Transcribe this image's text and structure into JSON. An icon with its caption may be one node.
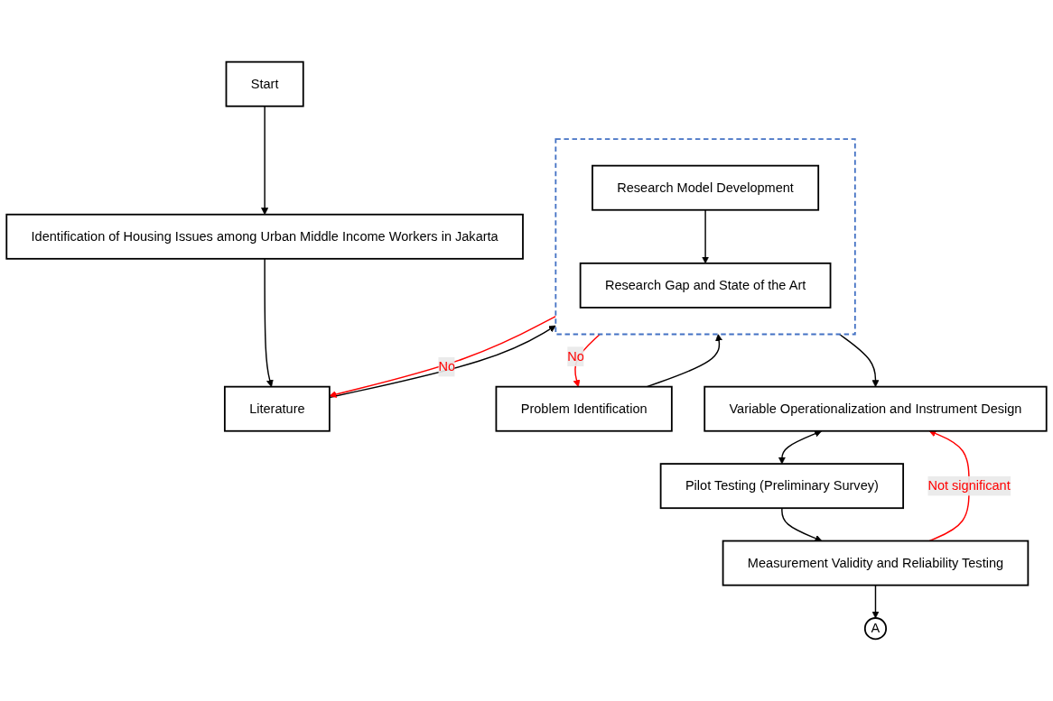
{
  "diagram": {
    "nodes": [
      {
        "text": [
          "Start"
        ]
      },
      {
        "text": [
          "Identification of Housing Issues among Urban Middle Income Workers in Jakarta"
        ]
      },
      {
        "text": [
          "Literature"
        ]
      },
      {
        "text": [
          "Problem Identification"
        ]
      },
      {
        "text": [],
        "shape": "box"
      },
      {
        "text": [
          "Research Model Development"
        ],
        "in": 4
      },
      {
        "text": [
          "Research Gap and State of the Art"
        ],
        "in": 4
      },
      {
        "text": [
          "Variable Operationalization and Instrument Design"
        ]
      },
      {
        "text": [
          "Pilot Testing (Preliminary Survey)"
        ]
      },
      {
        "text": [
          "Measurement Validity and Reliability Testing"
        ]
      },
      {
        "text": [
          "A"
        ]
      }
    ],
    "edges": [
      {
        "from": 0,
        "to": 1,
        "arrow": "to"
      },
      {
        "from": 1,
        "to": 2,
        "arrow": "to"
      },
      {
        "from": 2,
        "to": 4,
        "arrow": "to"
      },
      {
        "from": 3,
        "to": 4,
        "arrow": "to"
      },
      {
        "from": 5,
        "to": 6,
        "arrow": "to"
      },
      {
        "from": 4,
        "to": 2,
        "arrow": "to",
        "label": "No",
        "color": "#ff0000"
      },
      {
        "from": 4,
        "to": 3,
        "arrow": "to",
        "label": "No",
        "color": "#ff0000"
      },
      {
        "from": 4,
        "to": 7,
        "arrow": "to"
      },
      {
        "from": 7,
        "to": 8,
        "arrow": "both"
      },
      {
        "from": 8,
        "to": 9,
        "arrow": "to"
      },
      {
        "from": 9,
        "to": 7,
        "arrow": "to",
        "label": "Not significant",
        "color": "#ff0000"
      },
      {
        "from": 9,
        "to": 10,
        "arrow": "to"
      }
    ]
  }
}
